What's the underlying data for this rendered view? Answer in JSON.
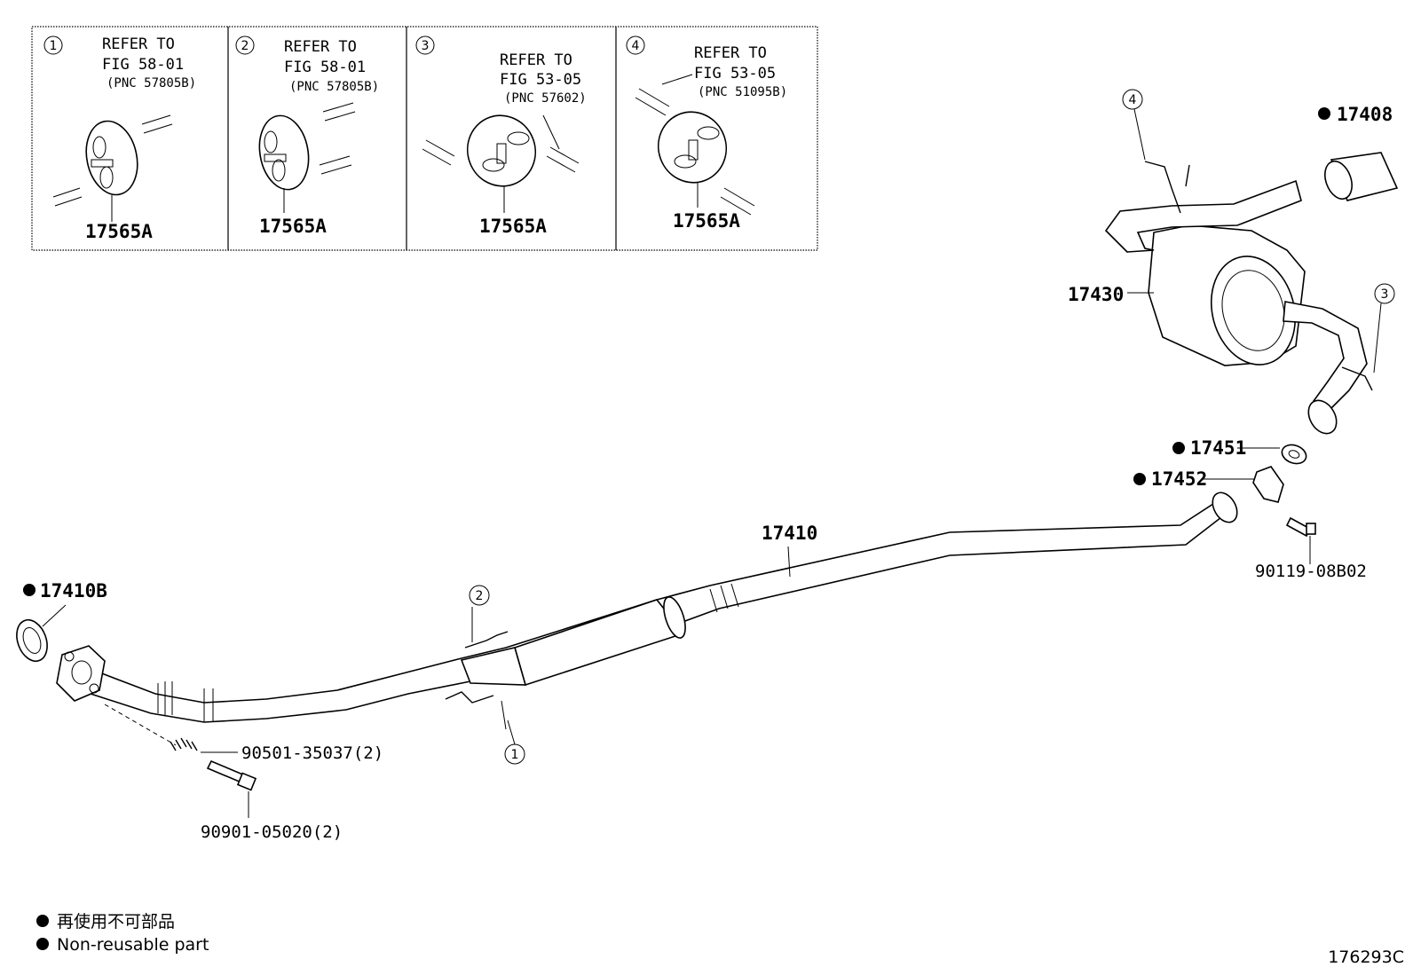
{
  "insets": [
    {
      "num": "1",
      "refer": "REFER TO",
      "fig": "FIG 58-01",
      "pnc": "(PNC 57805B)",
      "part": "17565A"
    },
    {
      "num": "2",
      "refer": "REFER TO",
      "fig": "FIG 58-01",
      "pnc": "(PNC 57805B)",
      "part": "17565A"
    },
    {
      "num": "3",
      "refer": "REFER TO",
      "fig": "FIG 53-05",
      "pnc": "(PNC 57602)",
      "part": "17565A"
    },
    {
      "num": "4",
      "refer": "REFER TO",
      "fig": "FIG 53-05",
      "pnc": "(PNC 51095B)",
      "part": "17565A"
    }
  ],
  "parts": {
    "p17408": "17408",
    "p17430": "17430",
    "p17451": "17451",
    "p17452": "17452",
    "p90119": "90119-08B02",
    "p17410": "17410",
    "p17410B": "17410B",
    "p90501": "90501-35037(2)",
    "p90901": "90901-05020(2)"
  },
  "callouts": {
    "c1": "1",
    "c2": "2",
    "c3": "3",
    "c4": "4"
  },
  "legend": {
    "line_jp": "再使用不可部品",
    "line_en": "Non-reusable part"
  },
  "figure_id": "176293C"
}
